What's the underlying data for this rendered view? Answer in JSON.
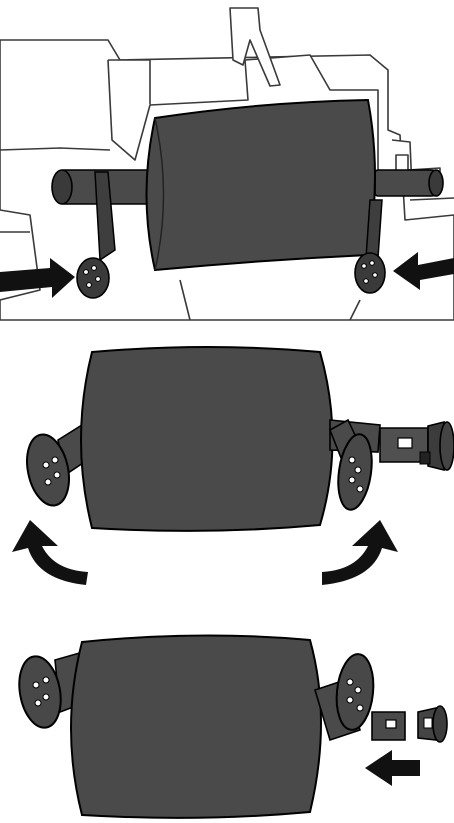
{
  "panels": [
    {
      "step": "release-latches",
      "arrows": [
        "arrow-right",
        "arrow-left"
      ]
    },
    {
      "step": "rotate-levers",
      "arrows": [
        "curved-arrow-left",
        "curved-arrow-right"
      ]
    },
    {
      "step": "remove-shaft-cap",
      "arrows": [
        "arrow-left"
      ]
    }
  ],
  "colors": {
    "roller": "#4a4a4a",
    "roller_dark": "#2e2e2e",
    "outline": "#000000",
    "housing": "#ffffff",
    "housing_line": "#3a3a3a",
    "arrow": "#111111"
  }
}
